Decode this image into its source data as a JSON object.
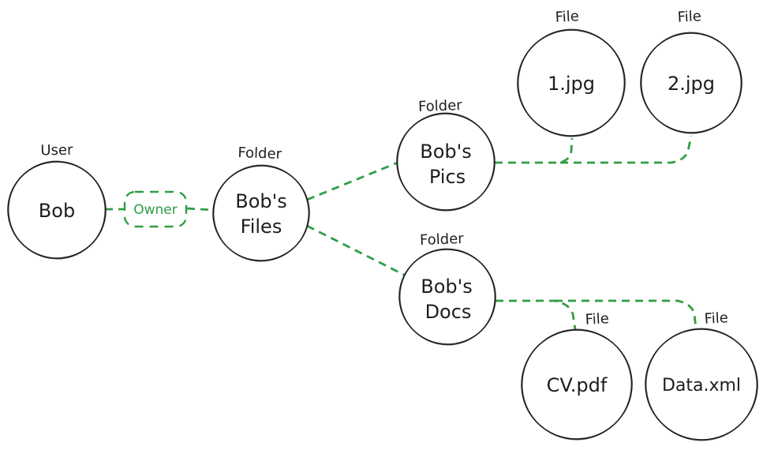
{
  "diagram": {
    "background": "#ffffff",
    "colors": {
      "shape_stroke": "#1e1e1e",
      "text": "#1e1e1e",
      "relation_green": "#2f9e44"
    },
    "nodes": [
      {
        "id": "bob",
        "type_label": "User",
        "label_lines": [
          "Bob"
        ]
      },
      {
        "id": "bobs-files",
        "type_label": "Folder",
        "label_lines": [
          "Bob's",
          "Files"
        ]
      },
      {
        "id": "bobs-pics",
        "type_label": "Folder",
        "label_lines": [
          "Bob's",
          "Pics"
        ]
      },
      {
        "id": "file-1jpg",
        "type_label": "File",
        "label_lines": [
          "1.jpg"
        ]
      },
      {
        "id": "file-2jpg",
        "type_label": "File",
        "label_lines": [
          "2.jpg"
        ]
      },
      {
        "id": "bobs-docs",
        "type_label": "Folder",
        "label_lines": [
          "Bob's",
          "Docs"
        ]
      },
      {
        "id": "file-cvpdf",
        "type_label": "File",
        "label_lines": [
          "CV.pdf"
        ]
      },
      {
        "id": "file-dataxml",
        "type_label": "File",
        "label_lines": [
          "Data.xml"
        ]
      }
    ],
    "edges": [
      {
        "from": "bob",
        "to": "bobs-files",
        "label": "Owner"
      },
      {
        "from": "bobs-files",
        "to": "bobs-pics"
      },
      {
        "from": "bobs-files",
        "to": "bobs-docs"
      },
      {
        "from": "bobs-pics",
        "to": "file-1jpg"
      },
      {
        "from": "bobs-pics",
        "to": "file-2jpg"
      },
      {
        "from": "bobs-docs",
        "to": "file-cvpdf"
      },
      {
        "from": "bobs-docs",
        "to": "file-dataxml"
      }
    ]
  }
}
